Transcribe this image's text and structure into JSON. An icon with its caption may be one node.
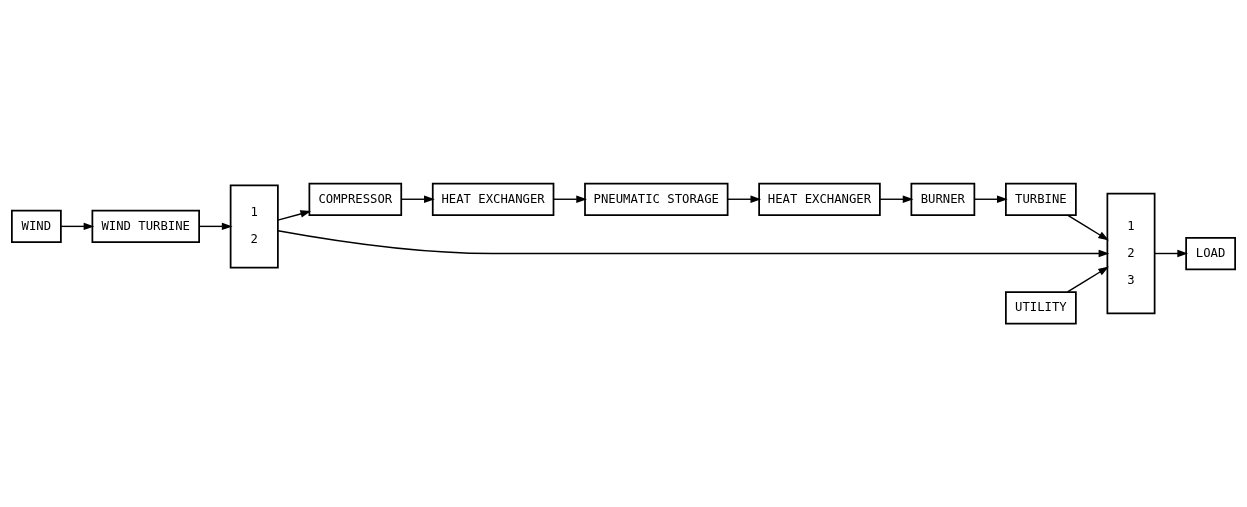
{
  "diagram": {
    "nodes": [
      {
        "text": [
          "WIND"
        ]
      },
      {
        "text": [
          "WIND TURBINE"
        ]
      },
      {
        "text": [
          "1",
          "2"
        ]
      },
      {
        "text": [
          "COMPRESSOR"
        ]
      },
      {
        "text": [
          "HEAT EXCHANGER"
        ]
      },
      {
        "text": [
          "PNEUMATIC STORAGE"
        ]
      },
      {
        "text": [
          "HEAT EXCHANGER"
        ]
      },
      {
        "text": [
          "BURNER"
        ]
      },
      {
        "text": [
          "TURBINE"
        ]
      },
      {
        "text": [
          "1",
          "2",
          "3"
        ]
      },
      {
        "text": [
          "LOAD"
        ]
      },
      {
        "text": [
          "UTILITY"
        ]
      }
    ],
    "edges": [
      {
        "from": 0,
        "to": 1,
        "arrow": "to"
      },
      {
        "from": 1,
        "to": 2,
        "arrow": "to"
      },
      {
        "from": 2,
        "to": 9,
        "arrow": "to"
      },
      {
        "from": 2,
        "to": 3,
        "arrow": "to"
      },
      {
        "from": 3,
        "to": 4,
        "arrow": "to"
      },
      {
        "from": 4,
        "to": 5,
        "arrow": "to"
      },
      {
        "from": 5,
        "to": 6,
        "arrow": "to"
      },
      {
        "from": 6,
        "to": 7,
        "arrow": "to"
      },
      {
        "from": 7,
        "to": 8,
        "arrow": "to"
      },
      {
        "from": 8,
        "to": 9,
        "arrow": "to"
      },
      {
        "from": 11,
        "to": 9,
        "arrow": "to"
      },
      {
        "from": 9,
        "to": 10,
        "arrow": "to"
      }
    ]
  }
}
